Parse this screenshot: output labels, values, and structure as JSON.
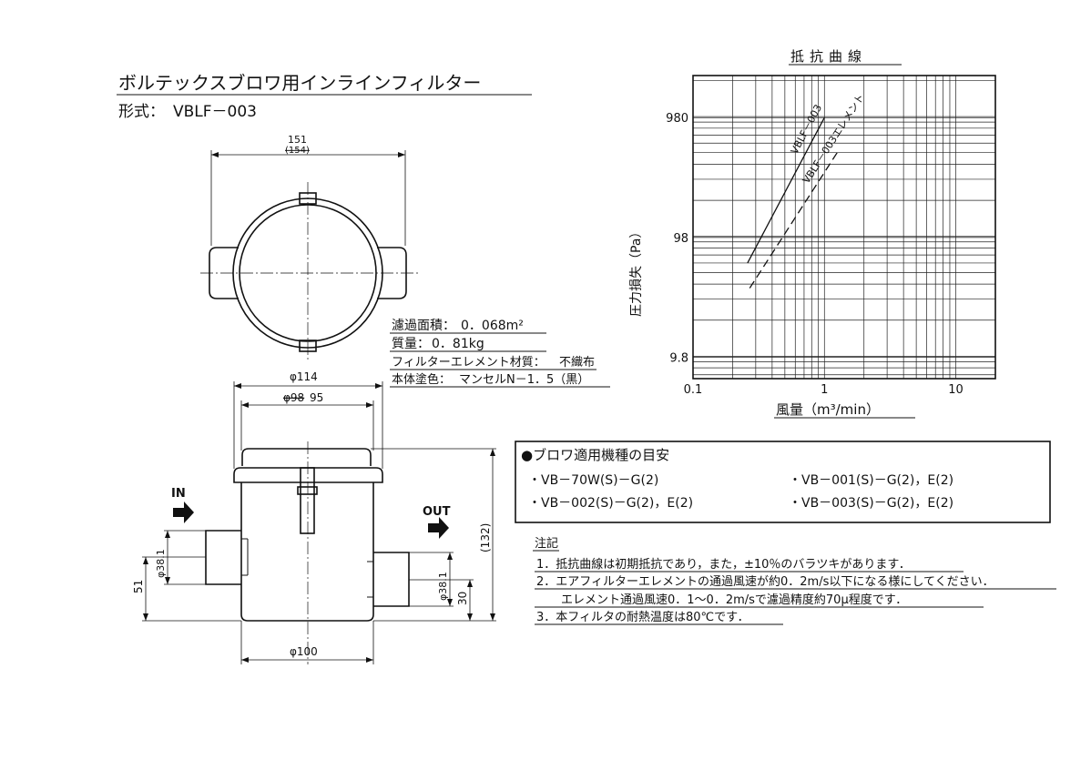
{
  "product": {
    "title": "ボルテックスブロワ用インラインフィルター",
    "model_label": "形式：",
    "model": "VBLF－003"
  },
  "top_view": {
    "dim_width": "151",
    "dim_width_old": "(154)"
  },
  "specs": [
    {
      "label": "濾過面積：",
      "value": "0．068m²"
    },
    {
      "label": "質量：",
      "value": "0．81kg"
    },
    {
      "label": "フィルターエレメント材質：",
      "value": "不織布"
    },
    {
      "label": "本体塗色：",
      "value": "マンセルN－1．5（黒）"
    }
  ],
  "side_view": {
    "dim_outer": "φ114",
    "dim_inner_old": "φ98",
    "dim_inner": "95",
    "dim_bottom": "φ100",
    "dim_height": "(132)",
    "dim_inlet_height": "51",
    "dim_inlet_dia": "φ38.1",
    "dim_outlet_dia": "φ38.1",
    "dim_outlet_height": "30",
    "in_label": "IN",
    "out_label": "OUT"
  },
  "chart_data": {
    "type": "line",
    "title": "抵抗曲線",
    "xlabel": "風量（m³/min）",
    "ylabel": "圧力損失（Pa）",
    "x_scale": "log",
    "y_scale": "log",
    "xlim": [
      0.1,
      20
    ],
    "ylim": [
      6.5,
      2200
    ],
    "x_ticks": [
      {
        "value": 0.1,
        "label": "0.1"
      },
      {
        "value": 1,
        "label": "1"
      },
      {
        "value": 10,
        "label": "10"
      }
    ],
    "y_ticks": [
      {
        "value": 9.8,
        "label": "9.8"
      },
      {
        "value": 98,
        "label": "98"
      },
      {
        "value": 980,
        "label": "980"
      }
    ],
    "grid": true,
    "series": [
      {
        "name": "VBLF－003",
        "style": "solid",
        "x": [
          0.26,
          1.0
        ],
        "y": [
          60,
          980
        ]
      },
      {
        "name": "VBLF－003エレメント",
        "style": "dashed",
        "x": [
          0.27,
          1.25
        ],
        "y": [
          37,
          500
        ]
      }
    ]
  },
  "blowers": {
    "heading": "●ブロワ適用機種の目安",
    "items": [
      "・VB－70W(S)－G(2)",
      "・VB－001(S)－G(2)，E(2)",
      "・VB－002(S)－G(2)，E(2)",
      "・VB－003(S)－G(2)，E(2)"
    ]
  },
  "notes": {
    "heading": "注記",
    "lines": [
      "1．抵抗曲線は初期抵抗であり，また，±10％のバラツキがあります．",
      "2．エアフィルターエレメントの通過風速が約0．2m/s以下になる様にしてください．",
      "エレメント通過風速0．1～0．2m/sで濾過精度約70μ程度です．",
      "3．本フィルタの耐熱温度は80℃です．"
    ]
  }
}
